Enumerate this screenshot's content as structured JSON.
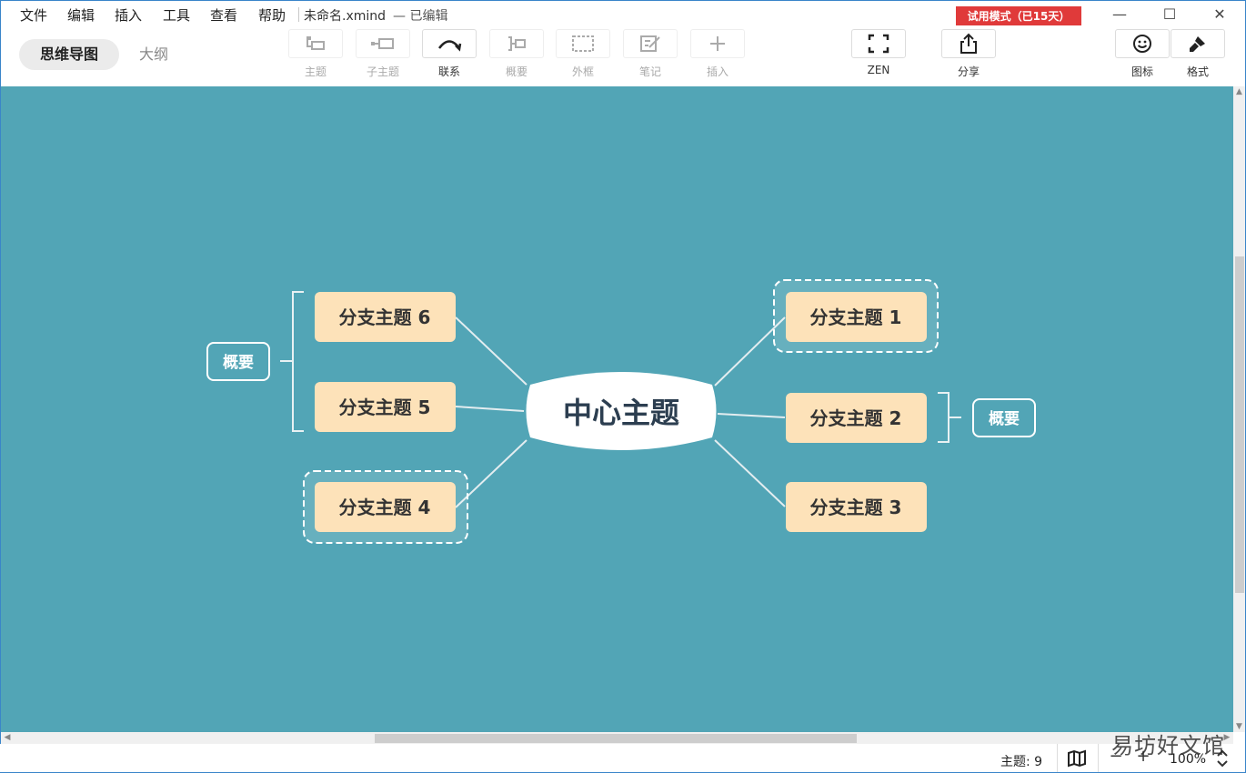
{
  "menu": {
    "items": [
      "文件",
      "编辑",
      "插入",
      "工具",
      "查看",
      "帮助"
    ]
  },
  "document": {
    "title": "未命名.xmind",
    "status": "— 已编辑"
  },
  "trial_badge": "试用模式（已15天）",
  "window_controls": {
    "minimize": "—",
    "maximize": "☐",
    "close": "✕"
  },
  "view_tabs": {
    "mindmap": "思维导图",
    "outline": "大纲"
  },
  "toolbar": {
    "topic": {
      "label": "主题",
      "icon": "topic-icon"
    },
    "subtopic": {
      "label": "子主题",
      "icon": "subtopic-icon"
    },
    "relationship": {
      "label": "联系",
      "icon": "relationship-icon"
    },
    "summary": {
      "label": "概要",
      "icon": "summary-icon"
    },
    "boundary": {
      "label": "外框",
      "icon": "boundary-icon"
    },
    "note": {
      "label": "笔记",
      "icon": "note-icon"
    },
    "insert": {
      "label": "插入",
      "icon": "plus-icon"
    },
    "zen": {
      "label": "ZEN",
      "icon": "fullscreen-icon"
    },
    "share": {
      "label": "分享",
      "icon": "share-icon"
    },
    "icons": {
      "label": "图标",
      "icon": "smiley-icon"
    },
    "format": {
      "label": "格式",
      "icon": "brush-icon"
    }
  },
  "mindmap": {
    "central_topic": "中心主题",
    "branches": [
      {
        "label": "分支主题 1"
      },
      {
        "label": "分支主题 2"
      },
      {
        "label": "分支主题 3"
      },
      {
        "label": "分支主题 4"
      },
      {
        "label": "分支主题 5"
      },
      {
        "label": "分支主题 6"
      }
    ],
    "summaries": [
      {
        "label": "概要"
      },
      {
        "label": "概要"
      }
    ],
    "colors": {
      "canvas": "#52a5b6",
      "branch_fill": "#fde2b9",
      "branch_text": "#333333",
      "central_fill": "#ffffff",
      "line": "#e6eef0"
    }
  },
  "status": {
    "topic_count": "主题: 9",
    "zoom": "100%",
    "zoom_out": "−",
    "zoom_in": "+"
  },
  "watermark": "易坊好文馆"
}
